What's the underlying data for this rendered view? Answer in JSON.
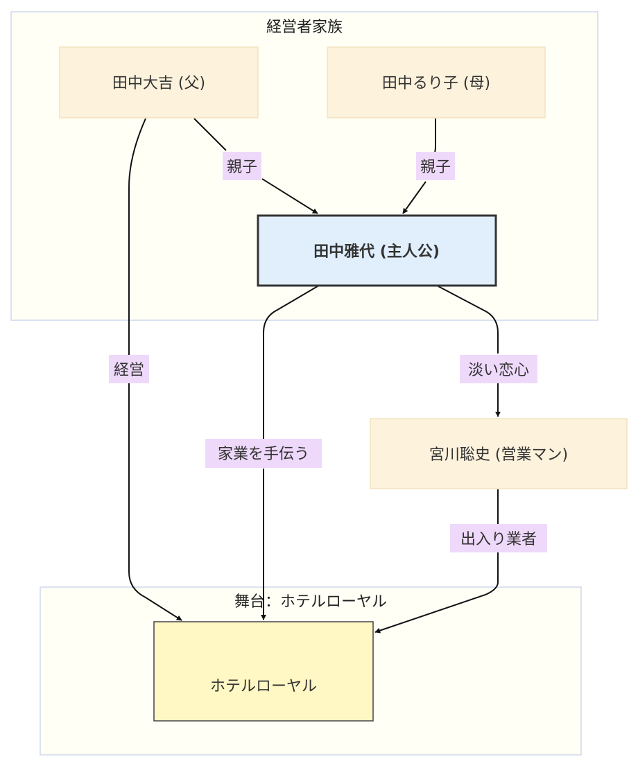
{
  "diagram": {
    "type": "flowchart",
    "colors": {
      "cluster_fill": "#fffff6",
      "cluster_stroke": "#cfd9ee",
      "node_default_fill": "#fdf2dc",
      "node_default_stroke": "#f3e3c0",
      "protagonist_fill": "#e1effc",
      "protagonist_stroke": "#333333",
      "hotel_fill": "#fff7c4",
      "hotel_stroke": "#444444",
      "edge_label_bg": "#efd9fb",
      "edge": "#111111"
    },
    "clusters": [
      {
        "id": "family",
        "label": "経営者家族"
      },
      {
        "id": "stage",
        "label": "舞台：ホテルローヤル"
      }
    ],
    "nodes": [
      {
        "id": "father",
        "label": "田中大吉 (父)",
        "cluster": "family",
        "style": "default"
      },
      {
        "id": "mother",
        "label": "田中るり子 (母)",
        "cluster": "family",
        "style": "default"
      },
      {
        "id": "masayo",
        "label": "田中雅代 (主人公)",
        "cluster": "family",
        "style": "protagonist"
      },
      {
        "id": "miyakawa",
        "label": "宮川聡史 (営業マン)",
        "cluster": null,
        "style": "default"
      },
      {
        "id": "hotel",
        "label": "ホテルローヤル",
        "cluster": "stage",
        "style": "hotel"
      }
    ],
    "edges": [
      {
        "from": "father",
        "to": "masayo",
        "label": "親子"
      },
      {
        "from": "mother",
        "to": "masayo",
        "label": "親子"
      },
      {
        "from": "father",
        "to": "hotel",
        "label": "経営"
      },
      {
        "from": "masayo",
        "to": "hotel",
        "label": "家業を手伝う"
      },
      {
        "from": "masayo",
        "to": "miyakawa",
        "label": "淡い恋心"
      },
      {
        "from": "miyakawa",
        "to": "hotel",
        "label": "出入り業者"
      }
    ]
  }
}
